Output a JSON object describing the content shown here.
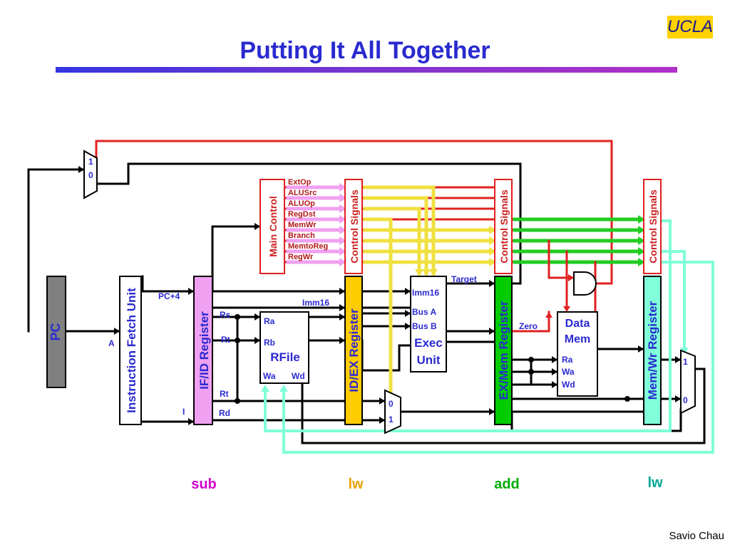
{
  "slide": {
    "title": "Putting It All Together",
    "logo": "UCLA",
    "author": "Savio Chau"
  },
  "colors": {
    "title": "#2a2ad0",
    "control_red": "#e02020",
    "pink": "#f0a0f0",
    "id_ex": "#ffcc00",
    "ex_mem": "#00cc00",
    "mem_wr": "#80ffd8",
    "pc": "#808080"
  },
  "blocks": {
    "pc": "PC",
    "ifu": "Instruction Fetch Unit",
    "if_id": "IF/ID Register",
    "id_ex": "ID/EX Register",
    "ex_mem": "EX/Mem Register",
    "mem_wr": "Mem/Wr Register",
    "main_control": "Main Control",
    "cs1": "Control Signals",
    "cs2": "Control Signals",
    "cs3": "Control Signals",
    "rfile": "RFile",
    "rf_ra": "Ra",
    "rf_rb": "Rb",
    "rf_wa": "Wa",
    "rf_wd": "Wd",
    "exec_1": "Exec",
    "exec_2": "Unit",
    "exec_imm": "Imm16",
    "exec_busa": "Bus A",
    "exec_busb": "Bus B",
    "dmem_1": "Data",
    "dmem_2": "Mem",
    "dmem_ra": "Ra",
    "dmem_wa": "Wa",
    "dmem_wd": "Wd"
  },
  "control_signals": [
    "ExtOp",
    "ALUSrc",
    "ALUOp",
    "RegDst",
    "MemWr",
    "Branch",
    "MemtoReg",
    "RegWr"
  ],
  "labels": {
    "a": "A",
    "i": "I",
    "pc4": "PC+4",
    "imm16": "Imm16",
    "rs": "Rs",
    "rt1": "Rt",
    "rt2": "Rt",
    "rd": "Rd",
    "target": "Target",
    "zero": "Zero",
    "mux_top_1": "1",
    "mux_top_0": "0",
    "mux_mid_0": "0",
    "mux_mid_1": "1",
    "mux_right_1": "1",
    "mux_right_0": "0"
  },
  "stages": {
    "sub": "sub",
    "lw1": "lw",
    "add": "add",
    "lw2": "lw"
  }
}
